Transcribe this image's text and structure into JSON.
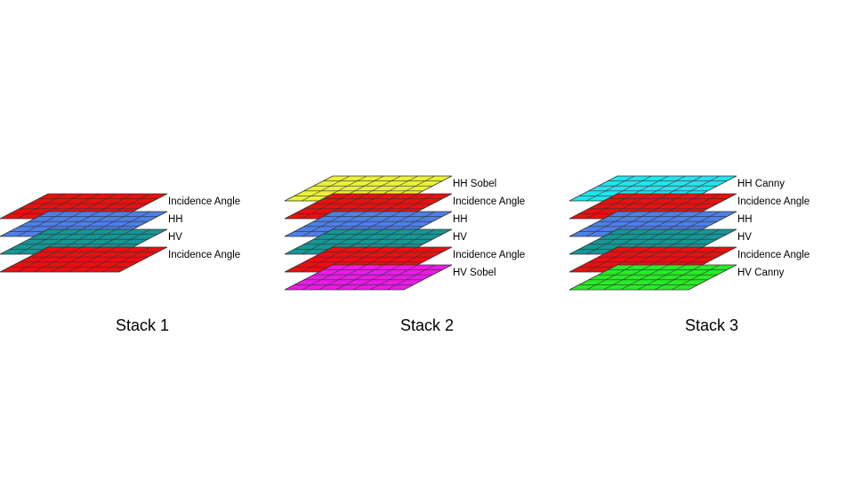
{
  "colors": {
    "incidence_angle": "#e8100f",
    "hh": "#4d7fe6",
    "hv": "#169696",
    "sobel_hh": "#eaf23a",
    "sobel_hv": "#e81ce8",
    "canny_hh": "#20e6ec",
    "canny_hv": "#28ea26",
    "grid_line": "#333333"
  },
  "stacks": [
    {
      "title": "Stack 1",
      "layers": [
        {
          "label": "Incidence Angle",
          "color_key": "incidence_angle"
        },
        {
          "label": "HH",
          "color_key": "hh"
        },
        {
          "label": "HV",
          "color_key": "hv"
        },
        {
          "label": "Incidence Angle",
          "color_key": "incidence_angle"
        }
      ]
    },
    {
      "title": "Stack 2",
      "layers": [
        {
          "label": "HH Sobel",
          "color_key": "sobel_hh"
        },
        {
          "label": "Incidence Angle",
          "color_key": "incidence_angle"
        },
        {
          "label": "HH",
          "color_key": "hh"
        },
        {
          "label": "HV",
          "color_key": "hv"
        },
        {
          "label": "Incidence Angle",
          "color_key": "incidence_angle"
        },
        {
          "label": "HV Sobel",
          "color_key": "sobel_hv"
        }
      ]
    },
    {
      "title": "Stack 3",
      "layers": [
        {
          "label": "HH Canny",
          "color_key": "canny_hh"
        },
        {
          "label": "Incidence Angle",
          "color_key": "incidence_angle"
        },
        {
          "label": "HH",
          "color_key": "hh"
        },
        {
          "label": "HV",
          "color_key": "hv"
        },
        {
          "label": "Incidence Angle",
          "color_key": "incidence_angle"
        },
        {
          "label": "HV Canny",
          "color_key": "canny_hv"
        }
      ]
    }
  ]
}
